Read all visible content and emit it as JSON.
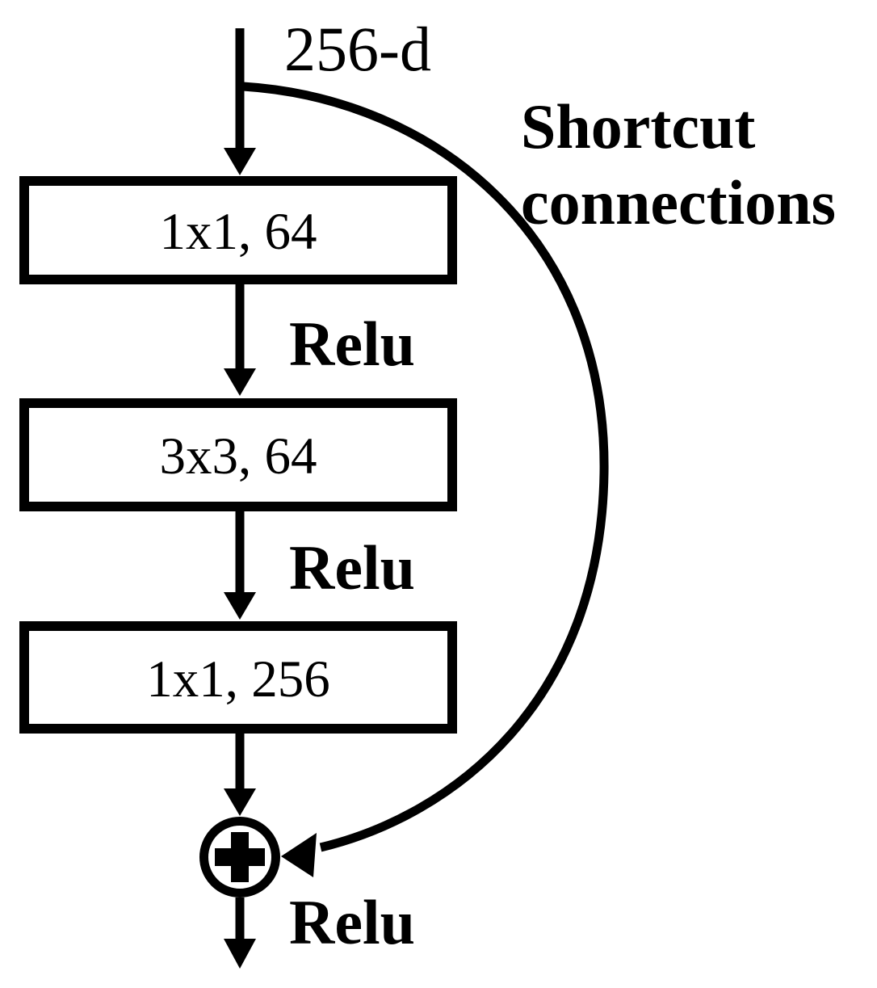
{
  "diagram": {
    "input_label": "256-d",
    "shortcut_label": {
      "line1": "Shortcut",
      "line2": "connections"
    },
    "boxes": [
      {
        "label": "1x1, 64"
      },
      {
        "label": "3x3, 64"
      },
      {
        "label": "1x1, 256"
      }
    ],
    "relu": [
      "Relu",
      "Relu",
      "Relu"
    ],
    "add_operator_icon": "plus-in-circle",
    "colors": {
      "foreground": "#000000",
      "background": "#ffffff"
    }
  }
}
